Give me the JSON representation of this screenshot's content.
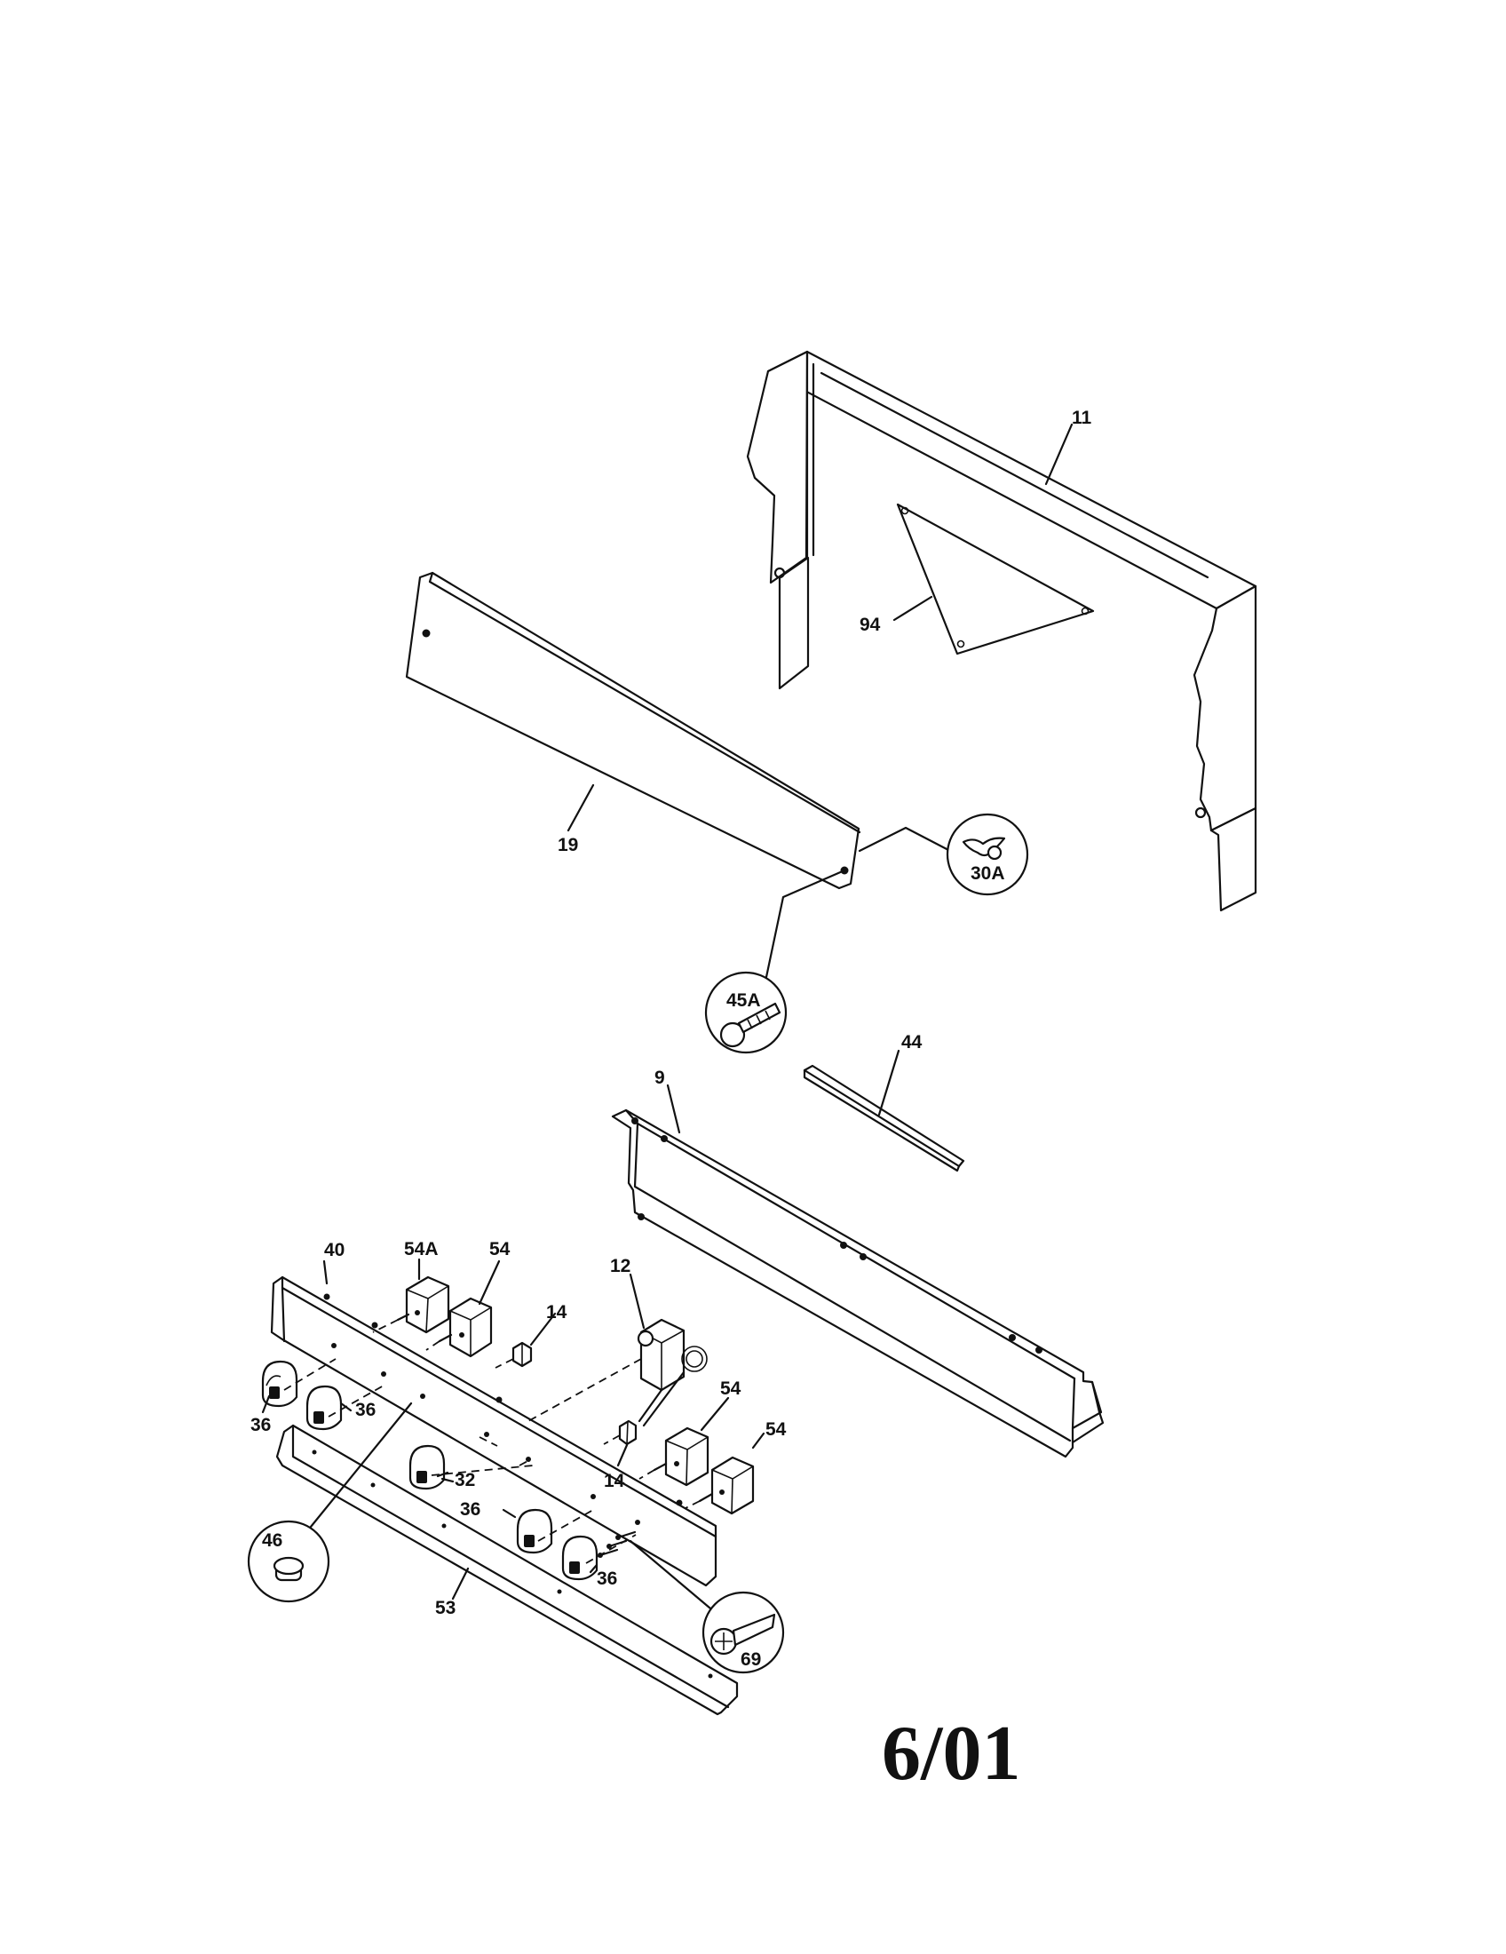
{
  "parts": [
    {
      "id": "11"
    },
    {
      "id": "94"
    },
    {
      "id": "19"
    },
    {
      "id": "30A"
    },
    {
      "id": "45A"
    },
    {
      "id": "44"
    },
    {
      "id": "9"
    },
    {
      "id": "40"
    },
    {
      "id": "54A"
    },
    {
      "id": "54"
    },
    {
      "id": "14"
    },
    {
      "id": "12"
    },
    {
      "id": "36"
    },
    {
      "id": "32"
    },
    {
      "id": "46"
    },
    {
      "id": "53"
    },
    {
      "id": "69"
    }
  ],
  "callouts": {
    "p11": "11",
    "p94": "94",
    "p19": "19",
    "p30A": "30A",
    "p45A": "45A",
    "p44": "44",
    "p9": "9",
    "p40": "40",
    "p54A": "54A",
    "p54a": "54",
    "p54b": "54",
    "p54c": "54",
    "p14a": "14",
    "p14b": "14",
    "p12": "12",
    "p36a": "36",
    "p36b": "36",
    "p36c": "36",
    "p36d": "36",
    "p32": "32",
    "p46": "46",
    "p53": "53",
    "p69": "69"
  },
  "revision_date": "6/01"
}
